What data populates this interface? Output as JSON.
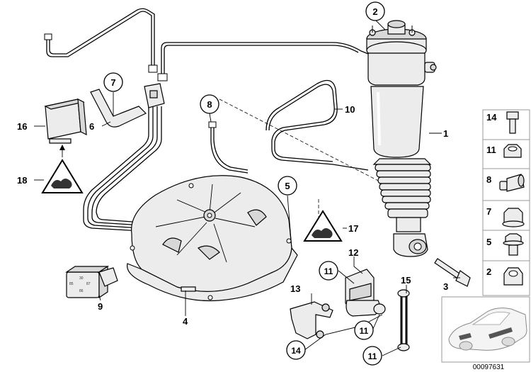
{
  "callouts": {
    "c1": "1",
    "c2": "2",
    "c3": "3",
    "c4": "4",
    "c5": "5",
    "c6": "6",
    "c7": "7",
    "c8": "8",
    "c9": "9",
    "c10": "10",
    "c11a": "11",
    "c11b": "11",
    "c11c": "11",
    "c12": "12",
    "c13": "13",
    "c14": "14",
    "c15": "15",
    "c16": "16",
    "c17": "17",
    "c18": "18"
  },
  "legend": {
    "items": [
      {
        "label": "14",
        "icon": "screw-icon"
      },
      {
        "label": "11",
        "icon": "nut-icon"
      },
      {
        "label": "8",
        "icon": "fitting-icon"
      },
      {
        "label": "7",
        "icon": "collar-nut-icon"
      },
      {
        "label": "5",
        "icon": "flange-bolt-icon"
      },
      {
        "label": "2",
        "icon": "hex-nut-icon"
      }
    ]
  },
  "relay_pins": [
    "30",
    "87",
    "85",
    "86"
  ],
  "reference_number": "00097631",
  "colors": {
    "line": "#000000",
    "part_fill": "#ececec",
    "box_border": "#999999"
  }
}
